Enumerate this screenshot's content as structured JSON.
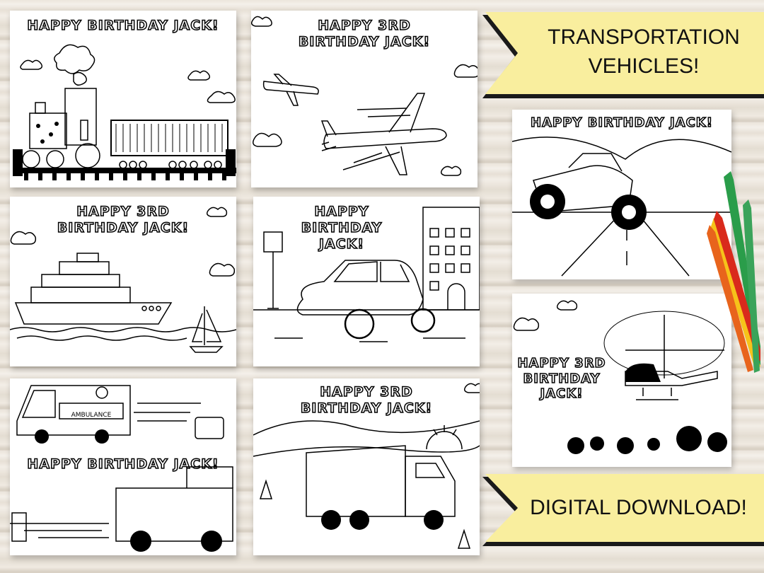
{
  "banners": {
    "top": "TRANSPORTATION VEHICLES!",
    "bottom": "DIGITAL DOWNLOAD!"
  },
  "cards": [
    {
      "title": "HAPPY BIRTHDAY JACK!",
      "subject": "train"
    },
    {
      "title": "HAPPY 3RD BIRTHDAY JACK!",
      "subject": "airplane"
    },
    {
      "title": "HAPPY 3RD BIRTHDAY JACK!",
      "subject": "ship"
    },
    {
      "title": "HAPPY BIRTHDAY JACK!",
      "subject": "car"
    },
    {
      "title": "HAPPY BIRTHDAY JACK!",
      "subject": "ambulance-firetruck",
      "ambulance_label": "AMBULANCE"
    },
    {
      "title": "HAPPY 3RD BIRTHDAY JACK!",
      "subject": "garbage-truck"
    },
    {
      "title": "HAPPY BIRTHDAY JACK!",
      "subject": "monster-truck"
    },
    {
      "title": "HAPPY 3RD BIRTHDAY JACK!",
      "subject": "helicopter"
    }
  ],
  "colors": {
    "banner": "#f9ee9e",
    "banner_shadow": "#1a1a1a",
    "pencils": [
      "#2a9d4a",
      "#f6c21a",
      "#e8641c",
      "#d92a1c",
      "#3aa35a"
    ]
  }
}
